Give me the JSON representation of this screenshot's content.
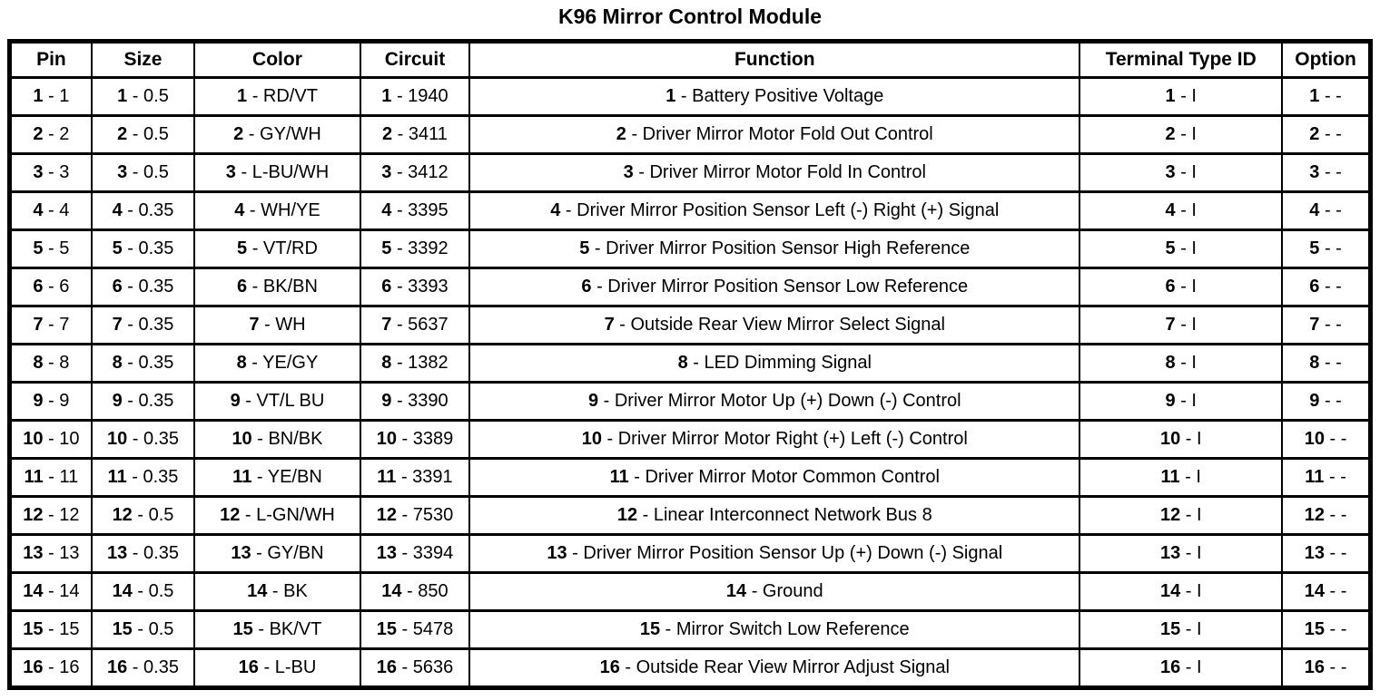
{
  "title": "K96 Mirror Control Module",
  "cell_separator": " - ",
  "colors": {
    "border": "#000000",
    "background": "#ffffff",
    "text": "#000000"
  },
  "table": {
    "headers": [
      "Pin",
      "Size",
      "Color",
      "Circuit",
      "Function",
      "Terminal Type ID",
      "Option"
    ],
    "column_keys": [
      "pin",
      "size",
      "color",
      "circuit",
      "function",
      "terminal_type_id",
      "option"
    ],
    "rows": [
      {
        "pin": "1",
        "size": "0.5",
        "color": "RD/VT",
        "circuit": "1940",
        "function": "Battery Positive Voltage",
        "terminal_type_id": "I",
        "option": "-"
      },
      {
        "pin": "2",
        "size": "0.5",
        "color": "GY/WH",
        "circuit": "3411",
        "function": "Driver Mirror Motor Fold Out Control",
        "terminal_type_id": "I",
        "option": "-"
      },
      {
        "pin": "3",
        "size": "0.5",
        "color": "L-BU/WH",
        "circuit": "3412",
        "function": "Driver Mirror Motor Fold In Control",
        "terminal_type_id": "I",
        "option": "-"
      },
      {
        "pin": "4",
        "size": "0.35",
        "color": "WH/YE",
        "circuit": "3395",
        "function": "Driver Mirror Position Sensor Left (-) Right (+) Signal",
        "terminal_type_id": "I",
        "option": "-"
      },
      {
        "pin": "5",
        "size": "0.35",
        "color": "VT/RD",
        "circuit": "3392",
        "function": "Driver Mirror Position Sensor High Reference",
        "terminal_type_id": "I",
        "option": "-"
      },
      {
        "pin": "6",
        "size": "0.35",
        "color": "BK/BN",
        "circuit": "3393",
        "function": "Driver Mirror Position Sensor Low Reference",
        "terminal_type_id": "I",
        "option": "-"
      },
      {
        "pin": "7",
        "size": "0.35",
        "color": "WH",
        "circuit": "5637",
        "function": "Outside Rear View Mirror Select Signal",
        "terminal_type_id": "I",
        "option": "-"
      },
      {
        "pin": "8",
        "size": "0.35",
        "color": "YE/GY",
        "circuit": "1382",
        "function": "LED Dimming Signal",
        "terminal_type_id": "I",
        "option": "-"
      },
      {
        "pin": "9",
        "size": "0.35",
        "color": "VT/L BU",
        "circuit": "3390",
        "function": "Driver Mirror Motor Up (+) Down (-) Control",
        "terminal_type_id": "I",
        "option": "-"
      },
      {
        "pin": "10",
        "size": "0.35",
        "color": "BN/BK",
        "circuit": "3389",
        "function": "Driver Mirror Motor Right (+) Left (-) Control",
        "terminal_type_id": "I",
        "option": "-"
      },
      {
        "pin": "11",
        "size": "0.35",
        "color": "YE/BN",
        "circuit": "3391",
        "function": "Driver Mirror Motor Common Control",
        "terminal_type_id": "I",
        "option": "-"
      },
      {
        "pin": "12",
        "size": "0.5",
        "color": "L-GN/WH",
        "circuit": "7530",
        "function": "Linear Interconnect Network Bus 8",
        "terminal_type_id": "I",
        "option": "-"
      },
      {
        "pin": "13",
        "size": "0.35",
        "color": "GY/BN",
        "circuit": "3394",
        "function": "Driver Mirror Position Sensor Up (+) Down (-) Signal",
        "terminal_type_id": "I",
        "option": "-"
      },
      {
        "pin": "14",
        "size": "0.5",
        "color": "BK",
        "circuit": "850",
        "function": "Ground",
        "terminal_type_id": "I",
        "option": "-"
      },
      {
        "pin": "15",
        "size": "0.5",
        "color": "BK/VT",
        "circuit": "5478",
        "function": "Mirror Switch Low Reference",
        "terminal_type_id": "I",
        "option": "-"
      },
      {
        "pin": "16",
        "size": "0.35",
        "color": "L-BU",
        "circuit": "5636",
        "function": "Outside Rear View Mirror Adjust Signal",
        "terminal_type_id": "I",
        "option": "-"
      }
    ]
  }
}
